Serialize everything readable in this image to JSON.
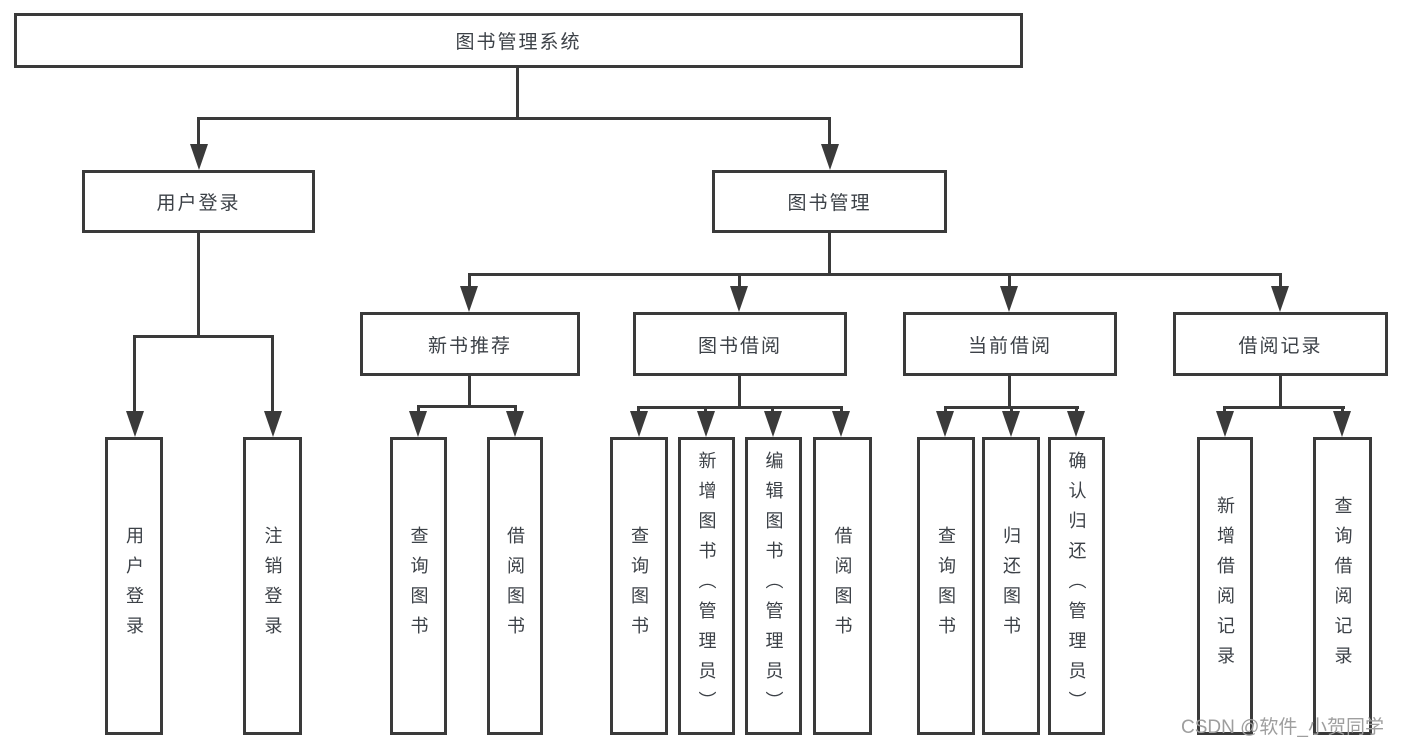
{
  "nodes": {
    "root": {
      "label": "图书管理系统"
    },
    "user_login": {
      "label": "用户登录"
    },
    "book_mgmt": {
      "label": "图书管理"
    },
    "new_book_rec": {
      "label": "新书推荐"
    },
    "book_borrow": {
      "label": "图书借阅"
    },
    "current_borrow": {
      "label": "当前借阅"
    },
    "borrow_records": {
      "label": "借阅记录"
    },
    "leaf_user_login": {
      "label": "用户登录"
    },
    "leaf_logout": {
      "label": "注销登录"
    },
    "leaf_nbr_query": {
      "label": "查询图书"
    },
    "leaf_nbr_borrow": {
      "label": "借阅图书"
    },
    "leaf_bb_query": {
      "label": "查询图书"
    },
    "leaf_bb_add": {
      "label": "新增图书（管理员）"
    },
    "leaf_bb_edit": {
      "label": "编辑图书（管理员）"
    },
    "leaf_bb_borrow": {
      "label": "借阅图书"
    },
    "leaf_cb_query": {
      "label": "查询图书"
    },
    "leaf_cb_return": {
      "label": "归还图书"
    },
    "leaf_cb_confirm": {
      "label": "确认归还（管理员）"
    },
    "leaf_br_add": {
      "label": "新增借阅记录"
    },
    "leaf_br_query": {
      "label": "查询借阅记录"
    }
  },
  "watermark": {
    "text": "CSDN @软件_小贺同学"
  },
  "colors": {
    "line": "#3a3a3a",
    "node_text": "#3c4147",
    "watermark": "#9e9e9e",
    "background": "#ffffff"
  }
}
